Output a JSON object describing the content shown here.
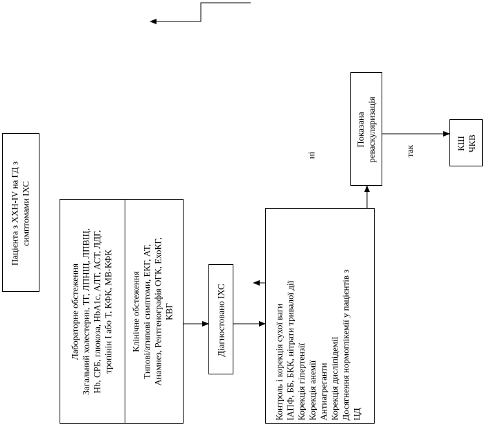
{
  "patients": {
    "lines": [
      "Пацієнта з ХХН-IV на ГД з",
      "симптомами ІХС"
    ]
  },
  "lab": {
    "lines": [
      "Лабораторне обстеження",
      "Загальний холестерин, ТГ, ЛПНЩ, ЛПВЩ,",
      "Hb, СРБ, глюкоза, HbA1c, АЛТ, АСТ, ЛДГ,",
      "тропінін I або T, КФК, МВ-КФК"
    ]
  },
  "clinical": {
    "lines": [
      "Клінічне обстеження",
      "Типові/атипові симптоми, ЕКГ, АТ,",
      "Анамнез, Рентгенографія ОГК, ЕхоКГ,",
      "КВГ"
    ]
  },
  "diagnosed": {
    "lines": [
      "Діагностовано ІХС"
    ]
  },
  "management": {
    "lines": [
      "Контроль і корекція сухої ваги",
      "ІАПФ, ББ, БКК, нітрати тривалої дії",
      "Корекція гіпертензії",
      "Корекція анемії",
      "Антиагреганти",
      "Корекція дисліпідемії",
      "Досягнення нормоглікемії у пацієнтів з",
      "ЦД"
    ]
  },
  "revasc": {
    "lines": [
      "Показана",
      "реваскуляризація"
    ]
  },
  "yes_label": "так",
  "no_label": "ні",
  "outcome": {
    "lines": [
      "КШ",
      "ЧКВ"
    ]
  }
}
